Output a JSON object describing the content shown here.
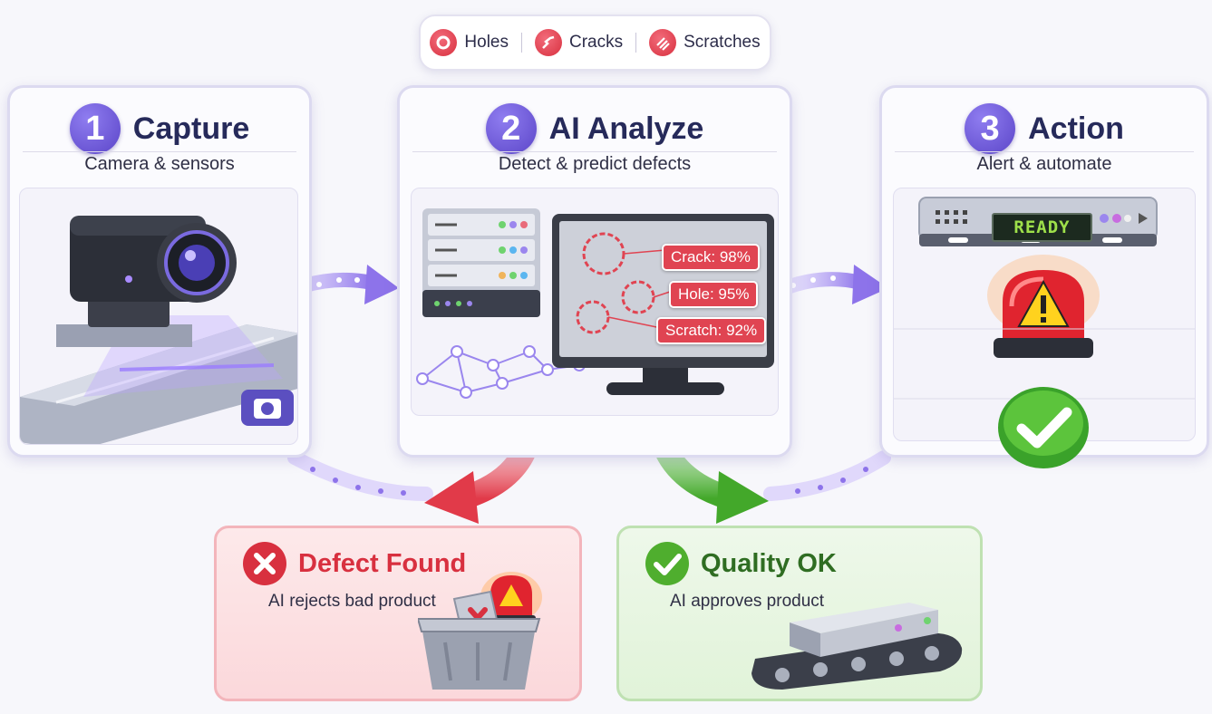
{
  "legend": {
    "items": [
      {
        "label": "Holes",
        "icon": "hole-icon"
      },
      {
        "label": "Cracks",
        "icon": "crack-icon"
      },
      {
        "label": "Scratches",
        "icon": "scratch-icon"
      }
    ]
  },
  "steps": [
    {
      "number": "1",
      "title": "Capture",
      "subtitle": "Camera & sensors"
    },
    {
      "number": "2",
      "title": "AI Analyze",
      "subtitle": "Detect & predict defects"
    },
    {
      "number": "3",
      "title": "Action",
      "subtitle": "Alert & automate"
    }
  ],
  "detections": [
    {
      "label": "Crack: 98%"
    },
    {
      "label": "Hole: 95%"
    },
    {
      "label": "Scratch: 92%"
    }
  ],
  "status_display": "READY",
  "outcomes": {
    "defect": {
      "title": "Defect Found",
      "subtitle": "AI rejects bad product",
      "color": "#d8303f"
    },
    "ok": {
      "title": "Quality OK",
      "subtitle": "AI approves product",
      "color": "#3f9a2c"
    }
  },
  "colors": {
    "accent": "#5b45c8",
    "defect": "#d8303f",
    "ok": "#4fae2e",
    "flow": "#9b86ee"
  }
}
